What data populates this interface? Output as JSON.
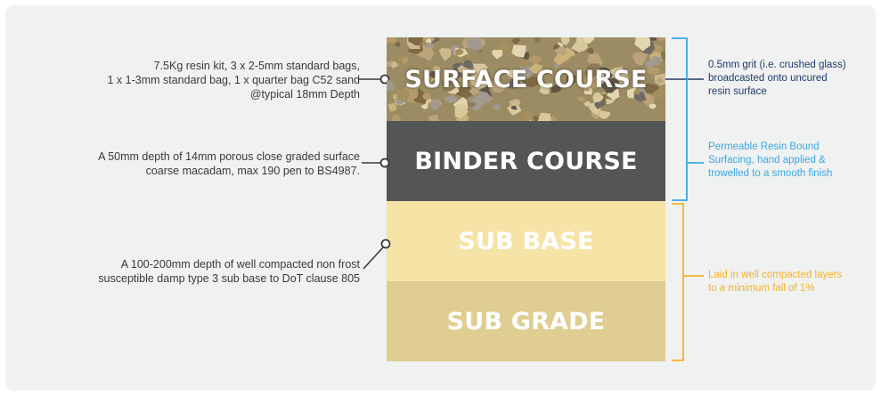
{
  "layers": {
    "surface": {
      "label": "SURFACE COURSE",
      "color": "#9c8c64"
    },
    "binder": {
      "label": "BINDER COURSE",
      "color": "#535557"
    },
    "subbase": {
      "label": "SUB BASE",
      "color": "#f6e3a6"
    },
    "subgrade": {
      "label": "SUB GRADE",
      "color": "#dfcd91"
    }
  },
  "left_descriptions": {
    "surface": [
      "7.5Kg resin kit, 3 x 2-5mm standard bags,",
      "1 x 1-3mm standard bag, 1 x quarter bag C52 sand",
      "@typical 18mm Depth"
    ],
    "binder": [
      "A 50mm depth of 14mm porous close graded surface",
      "coarse macadam, max 190 pen to BS4987."
    ],
    "subbase": [
      "A 100-200mm depth of well compacted non frost",
      "susceptible damp type 3 sub base to DoT clause 805"
    ]
  },
  "right_notes": {
    "grit": {
      "lines": [
        "0.5mm grit (i.e. crushed glass)",
        "broadcasted onto uncured",
        "resin surface"
      ],
      "color": "#1f3a6e"
    },
    "resin": {
      "lines": [
        "Permeable Resin Bound",
        "Surfacing, hand applied &",
        "trowelled to a smooth finish"
      ],
      "color": "#3aa8e0"
    },
    "compacted": {
      "lines": [
        "Laid in well compacted layers",
        "to a minimum fall of 1%"
      ],
      "color": "#f5b324"
    }
  },
  "colors": {
    "leader": "#3a3a3a",
    "bracket_blue": "#3aa8e0",
    "bracket_yellow": "#f5b324",
    "grit_line": "#1f3a6e"
  }
}
